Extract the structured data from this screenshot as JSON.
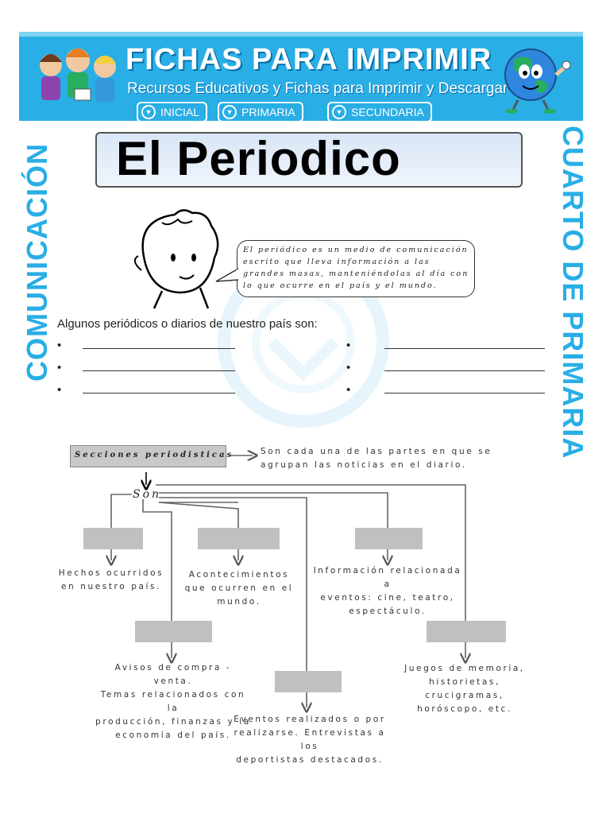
{
  "header": {
    "site_title": "FICHAS PARA IMPRIMIR",
    "site_subtitle": "Recursos Educativos y Fichas para Imprimir y Descargar",
    "nav": [
      "INICIAL",
      "PRIMARIA",
      "SECUNDARIA"
    ],
    "color": "#29aee6"
  },
  "side_left": "COMUNICACIÓN",
  "side_right": "CUARTO DE PRIMARIA",
  "title": "El Periodico",
  "bubble": "El periódico es un medio de comunicación escrito que lleva información a las grandes masas, manteniéndolas al día con lo que ocurre en el país y el mundo.",
  "list": {
    "heading": "Algunos periódicos o diarios de nuestro país son:",
    "bullet": "•"
  },
  "diagram": {
    "root": "Secciones periodisticas",
    "root_definition": [
      "Son cada una de las partes en que se",
      "agrupan las noticias en el diario."
    ],
    "connector": "Son",
    "items": [
      [
        "Hechos ocurridos",
        "en nuestro país."
      ],
      [
        "Acontecimientos",
        "que ocurren en el",
        "mundo."
      ],
      [
        "Información relacionada a",
        "eventos: cine, teatro,",
        "espectáculo."
      ],
      [
        "Avisos de compra - venta.",
        "Temas relacionados con la",
        "producción, finanzas y la",
        "economía del país."
      ],
      [
        "Eventos realizados o por",
        "realizarse. Entrevistas a los",
        "deportistas destacados."
      ],
      [
        "Juegos de memoria,",
        "historietas, crucigramas,",
        "horóscopo, etc."
      ]
    ]
  }
}
